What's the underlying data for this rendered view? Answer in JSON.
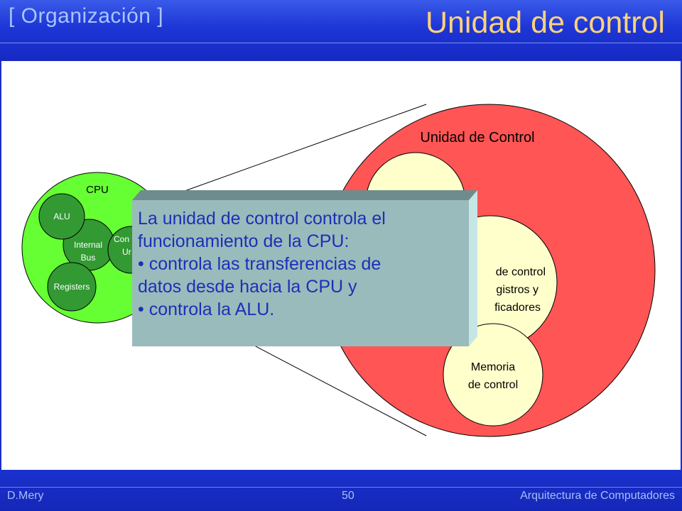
{
  "header": {
    "section": "[ Organización ]",
    "title": "Unidad de control"
  },
  "diagram": {
    "control_unit_label": "Unidad de Control",
    "cpu_label": "CPU",
    "alu_label": "ALU",
    "bus_label_1": "Internal",
    "bus_label_2": "Bus",
    "control_label_1": "Con",
    "control_label_2": "Ur",
    "registers_label": "Registers",
    "logic_label_1": "de control",
    "logic_label_2": "gistros y",
    "logic_label_3": "ficadores",
    "memory_label_1": "Memoria",
    "memory_label_2": "de control"
  },
  "callout": {
    "line1": "La unidad de control controla el",
    "line2": "funcionamiento de la CPU:",
    "line3": "• controla las transferencias de",
    "line4": "datos desde hacia la CPU y",
    "line5": "• controla la ALU."
  },
  "footer": {
    "author": "D.Mery",
    "page": "50",
    "course": "Arquitectura de Computadores"
  },
  "colors": {
    "cpu_green": "#66ff33",
    "dark_green": "#339933",
    "control_red": "#ff5555",
    "cream": "#ffffcc",
    "callout_fill": "#99bbbb",
    "title_gold": "#ffd27a"
  }
}
